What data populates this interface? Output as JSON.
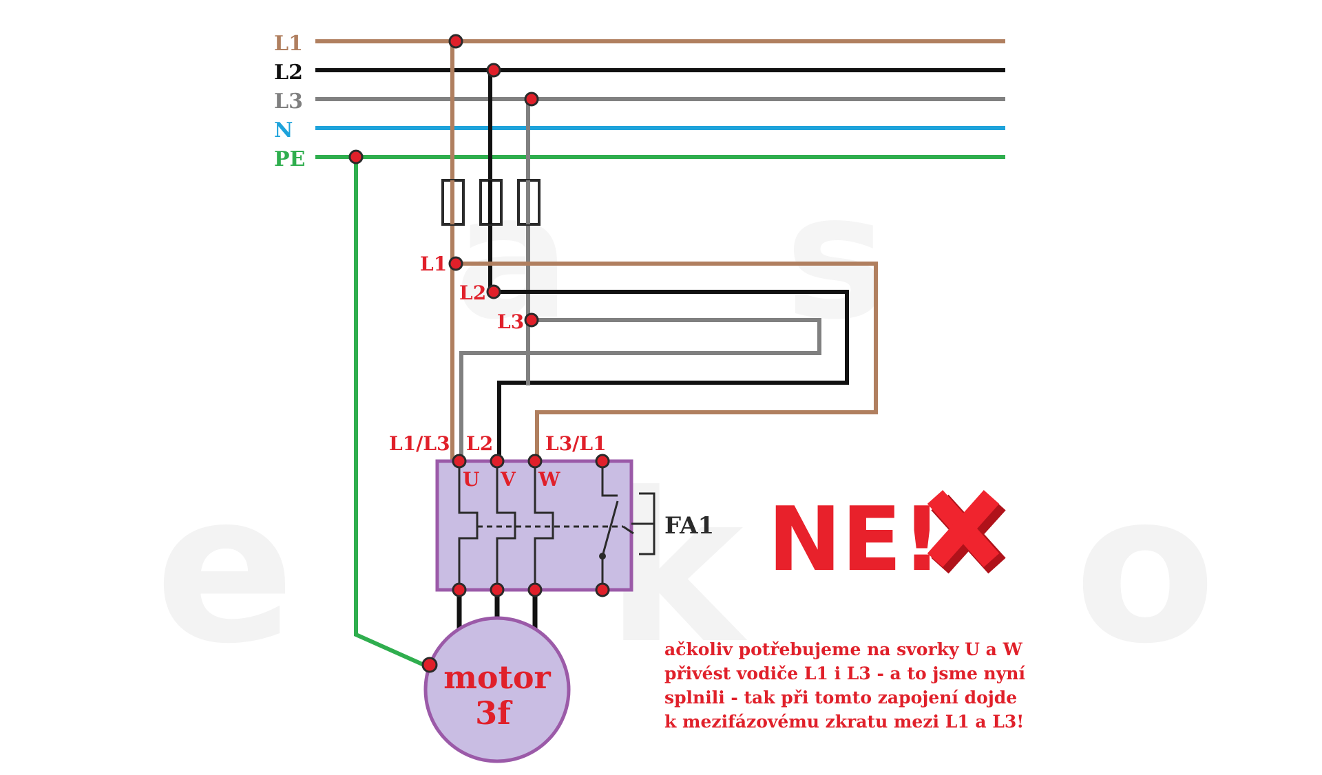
{
  "colors": {
    "L1": "#b07f5f",
    "L2": "#111111",
    "L3": "#808080",
    "N": "#1ea3db",
    "PE": "#2fae4e",
    "red": "#e0202a",
    "purple_fill": "#c9bde3",
    "purple_stroke": "#9b5aa8"
  },
  "buses": [
    {
      "label": "L1",
      "color": "#b07f5f"
    },
    {
      "label": "L2",
      "color": "#111111"
    },
    {
      "label": "L3",
      "color": "#808080"
    },
    {
      "label": "N",
      "color": "#1ea3db"
    },
    {
      "label": "PE",
      "color": "#2fae4e"
    }
  ],
  "fuse_outputs": [
    "L1",
    "L2",
    "L3"
  ],
  "relay_inputs": [
    "L1/L3",
    "L2",
    "L3/L1"
  ],
  "terminals": [
    "U",
    "V",
    "W"
  ],
  "relay_label": "FA1",
  "motor": {
    "line1": "motor",
    "line2": "3f"
  },
  "verdict": "NE!",
  "note_lines": [
    "ačkoliv potřebujeme na svorky U a W",
    "přivést vodiče L1 i L3 - a to jsme nyní",
    "splnili - tak při tomto zapojení dojde",
    "k mezifázovému zkratu mezi L1 a L3!"
  ],
  "icons": {
    "cross": "red-x-icon"
  }
}
